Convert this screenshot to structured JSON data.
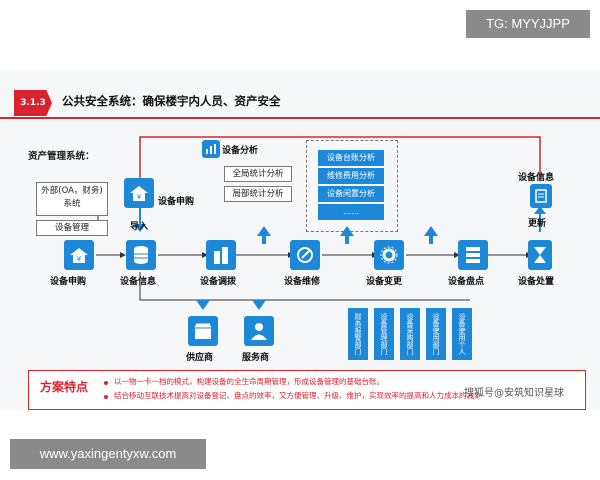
{
  "watermark_top": "TG: MYYJJPP",
  "watermark_bottom": "www.yaxingentyxw.com",
  "overlay_watermark": "搜狐号@安筑知识星球",
  "slide": {
    "badge": "3.1.3",
    "title": "公共安全系统：确保楼宇内人员、资产安全",
    "section_label": "资产管理系统："
  },
  "inputs": {
    "external": "外部(OA，财务)\n系统",
    "asset_mgmt": "设备管理",
    "purchase_icon_label": "设备申购",
    "import_label": "导入"
  },
  "analysis": {
    "title": "设备分析",
    "global": "全局统计分析",
    "local": "局部统计分析",
    "list": [
      "设备台账分析",
      "维修费用分析",
      "设备闲置分析",
      "……"
    ]
  },
  "flow": [
    {
      "id": "purchase",
      "label": "设备申购",
      "icon": "house-icon"
    },
    {
      "id": "info",
      "label": "设备信息",
      "icon": "database-icon"
    },
    {
      "id": "allocate",
      "label": "设备调拨",
      "icon": "buildings-icon"
    },
    {
      "id": "repair",
      "label": "设备维修",
      "icon": "wrench-icon"
    },
    {
      "id": "change",
      "label": "设备变更",
      "icon": "gear-icon"
    },
    {
      "id": "inventory",
      "label": "设备盘点",
      "icon": "server-icon"
    },
    {
      "id": "dispose",
      "label": "设备处置",
      "icon": "hourglass-icon"
    }
  ],
  "right_top": {
    "info_label": "设备信息",
    "update_label": "更新"
  },
  "downstream": {
    "supplier": "供应商",
    "service": "服务商"
  },
  "departments": [
    "财务报警部门",
    "设备管理部门",
    "设备采购部门",
    "设备使用部门",
    "设备使用个人"
  ],
  "features": {
    "title": "方案特点",
    "lines": [
      "以一物一卡一档的模式，构建设备的全生命周期管理，形成设备管理的基础台账。",
      "结合移动互联技术提高对设备登记、盘点的效率，又方便管理、升级、维护，实现效率的提高和人力成本的减少"
    ]
  },
  "colors": {
    "accent": "#1e88d8",
    "brand_red": "#d9232d"
  }
}
